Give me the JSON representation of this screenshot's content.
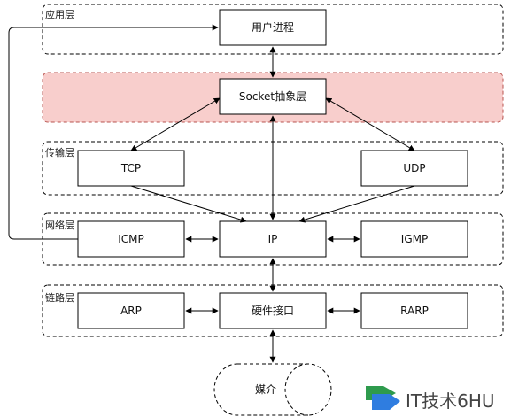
{
  "layers": {
    "application": "应用层",
    "transport": "传输层",
    "network": "网络层",
    "link": "链路层"
  },
  "nodes": {
    "user_process": "用户进程",
    "socket": "Socket抽象层",
    "tcp": "TCP",
    "udp": "UDP",
    "icmp": "ICMP",
    "ip": "IP",
    "igmp": "IGMP",
    "arp": "ARP",
    "hw": "硬件接口",
    "rarp": "RARP",
    "media": "媒介"
  },
  "watermark": "IT技术6HU",
  "colors": {
    "socket_fill": "#f8cecc",
    "line": "#000000"
  }
}
